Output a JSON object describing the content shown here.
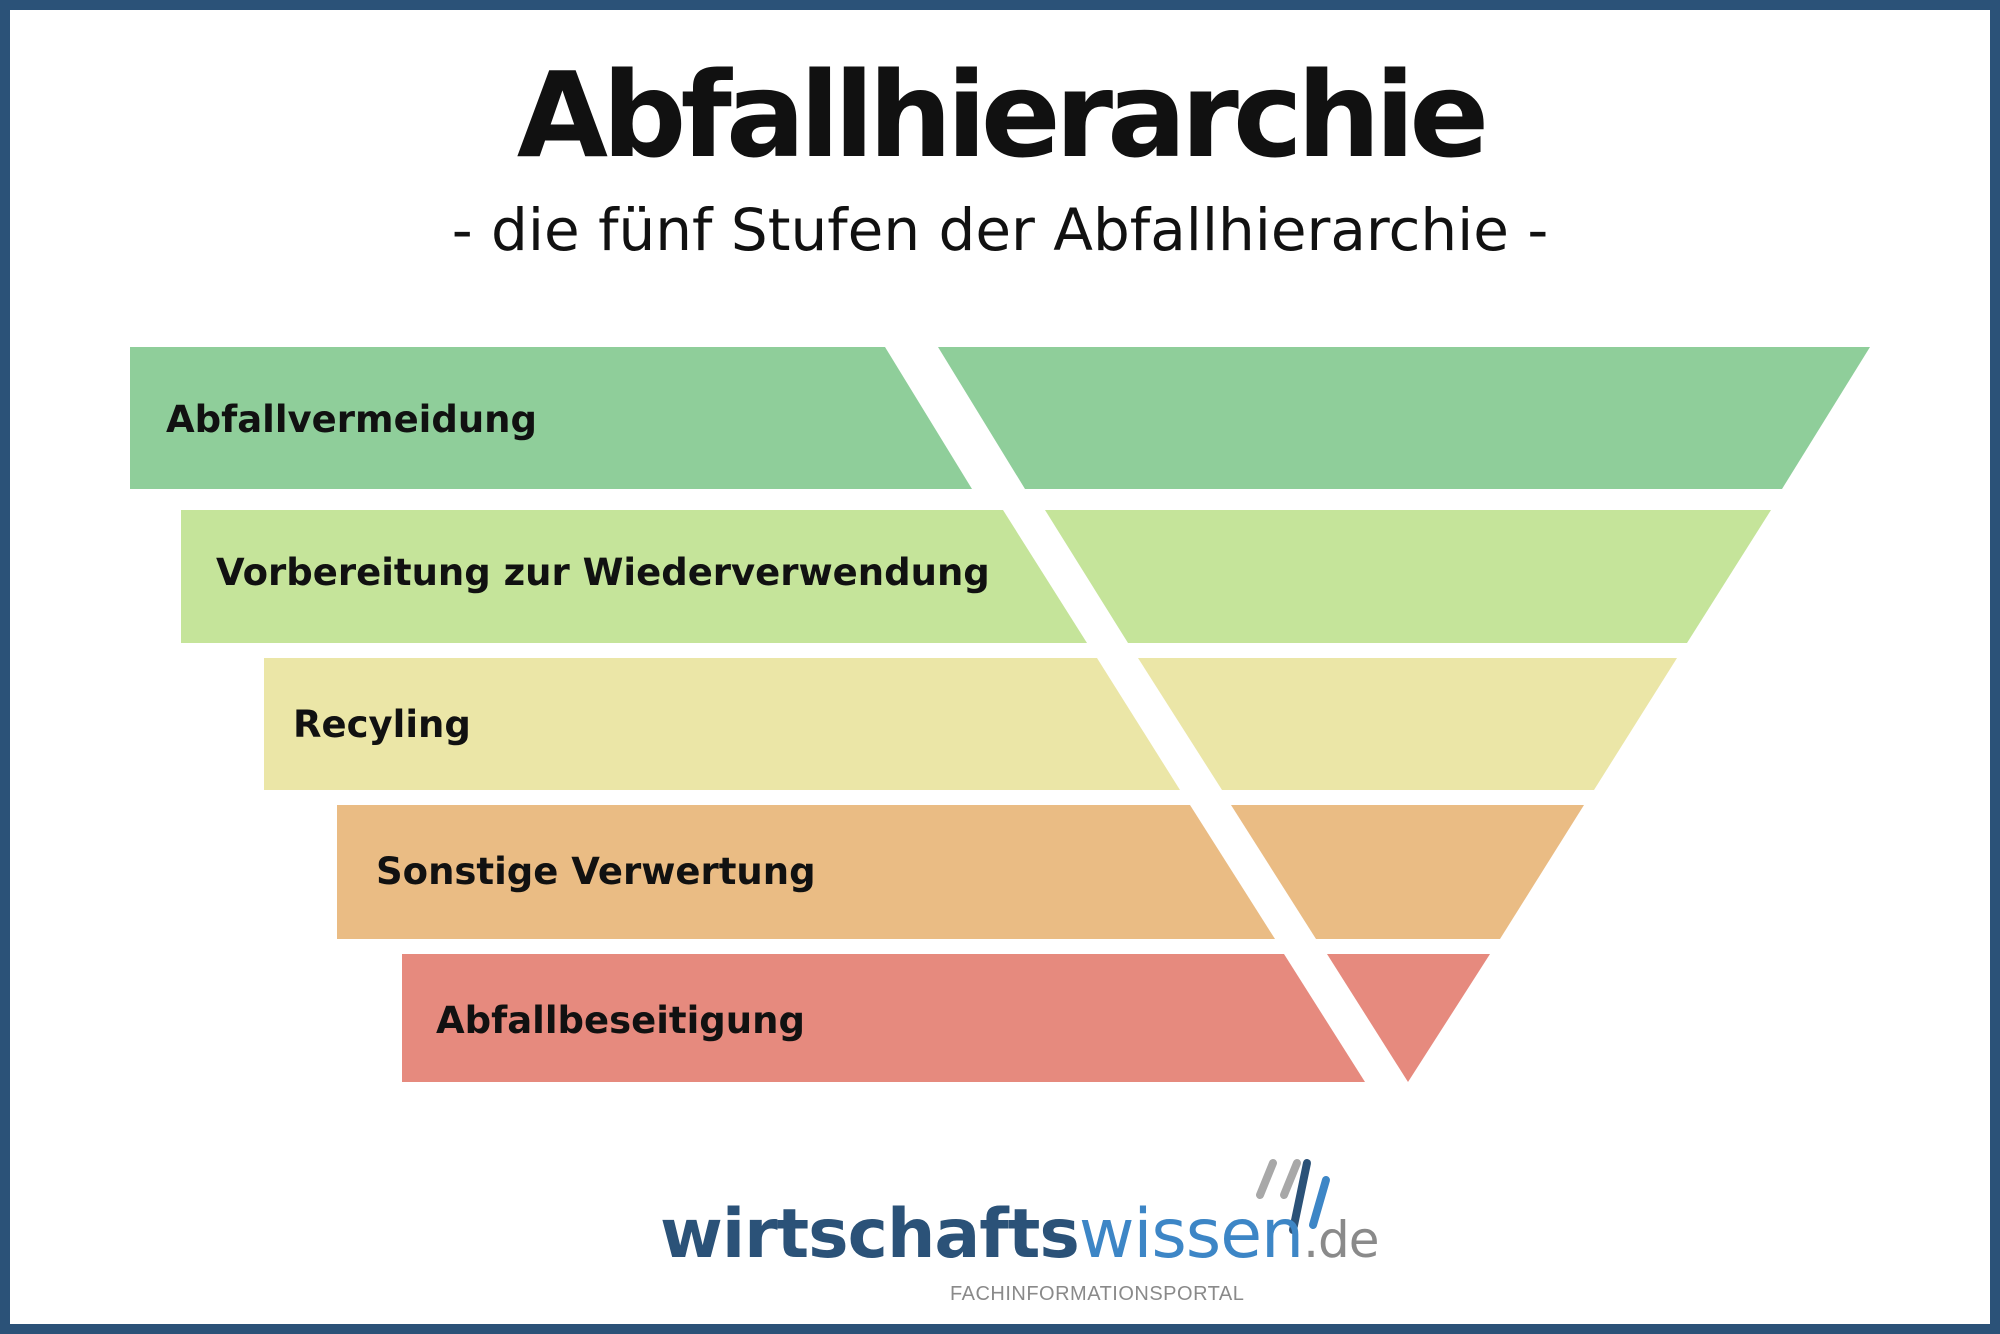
{
  "title": "Abfallhierarchie",
  "subtitle": "- die fünf Stufen der Abfallhierarchie -",
  "levels": [
    {
      "label": "Abfallvermeidung",
      "color": "#8fce9a"
    },
    {
      "label": "Vorbereitung zur Wiederverwendung",
      "color": "#c5e49a"
    },
    {
      "label": "Recyling",
      "color": "#ebe6a7"
    },
    {
      "label": "Sonstige Verwertung",
      "color": "#eabc84"
    },
    {
      "label": "Abfallbeseitigung",
      "color": "#e68a7e"
    }
  ],
  "logo": {
    "name_bold": "wirtschafts",
    "name_light": "wissen",
    "tld": ".de",
    "tagline": "FACHINFORMATIONSPORTAL",
    "colors": {
      "dark": "#2b5278",
      "light": "#3d86c6",
      "gray": "#8a8a8a"
    },
    "icon": "slanted-bars-icon"
  },
  "frame_color": "#2b5278"
}
